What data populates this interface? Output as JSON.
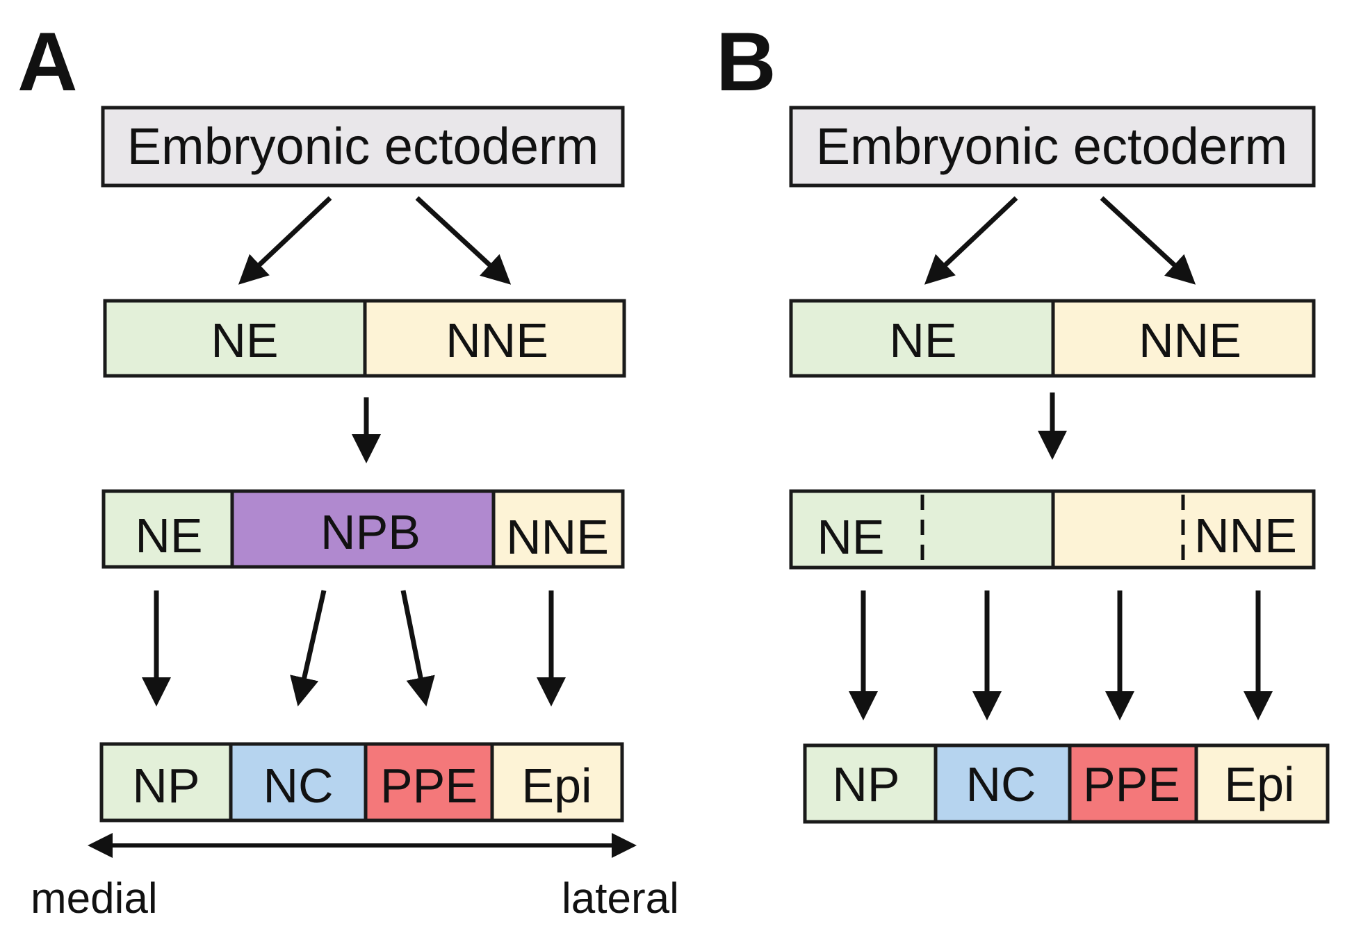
{
  "colors": {
    "ne": "#e3f0d9",
    "nne": "#fdf3d6",
    "npb": "#b089cf",
    "nc": "#b6d4ef",
    "ppe": "#f4787a",
    "ectoderm": "#e9e7ea",
    "stroke": "#1a1a1a"
  },
  "panel_a": {
    "letter": "A",
    "root": "Embryonic ectoderm",
    "level1": [
      "NE",
      "NNE"
    ],
    "level2": [
      "NE",
      "NPB",
      "NNE"
    ],
    "level3": [
      "NP",
      "NC",
      "PPE",
      "Epi"
    ],
    "axis": {
      "left": "medial",
      "right": "lateral"
    }
  },
  "panel_b": {
    "letter": "B",
    "root": "Embryonic ectoderm",
    "level1": [
      "NE",
      "NNE"
    ],
    "level2": [
      "NE",
      "NNE"
    ],
    "level3": [
      "NP",
      "NC",
      "PPE",
      "Epi"
    ]
  }
}
